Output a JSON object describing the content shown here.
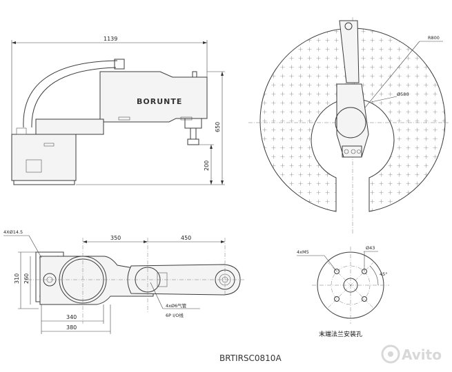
{
  "side_view": {
    "brand": "BORUNTE",
    "dim_width": "1139",
    "dim_height": "650",
    "dim_stroke": "200"
  },
  "top_view": {
    "dim_radius": "R800",
    "dim_inner": "Ø580"
  },
  "plan_view": {
    "dim_mount_holes": "4XØ14.5",
    "dim_arm1": "350",
    "dim_arm2": "450",
    "dim_base_h1": "310",
    "dim_base_h2": "260",
    "dim_base_w1": "340",
    "dim_base_w2": "380",
    "note_air": "4xØ6气管",
    "note_io": "6P I/O线"
  },
  "flange_view": {
    "dim_holes": "4xM5",
    "dim_pcd": "Ø43",
    "dim_angle": "45°",
    "caption": "末端法兰安装孔"
  },
  "model": "BRTIRSC0810A",
  "watermark": "Avito"
}
